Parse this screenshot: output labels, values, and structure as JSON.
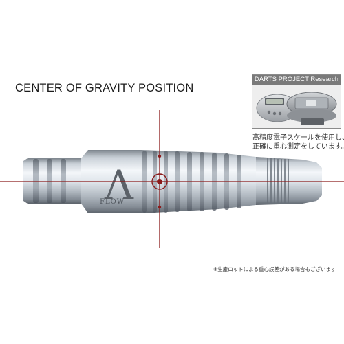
{
  "title": "CENTER OF GRAVITY POSITION",
  "research": {
    "header": "DARTS PROJECT Research",
    "caption_lines": [
      "高精度電子スケールを使用し、",
      "正確に重心測定をしています。"
    ]
  },
  "product": {
    "logo_mark": "Λ",
    "logo_name": "FLOW"
  },
  "footnote": "※生産ロットによる重心誤差がある場合もございます",
  "colors": {
    "crosshair": "#8b1a1a",
    "barrel_light": "#eef2f6",
    "barrel_mid": "#c3cad2",
    "barrel_dark": "#6f7780"
  }
}
